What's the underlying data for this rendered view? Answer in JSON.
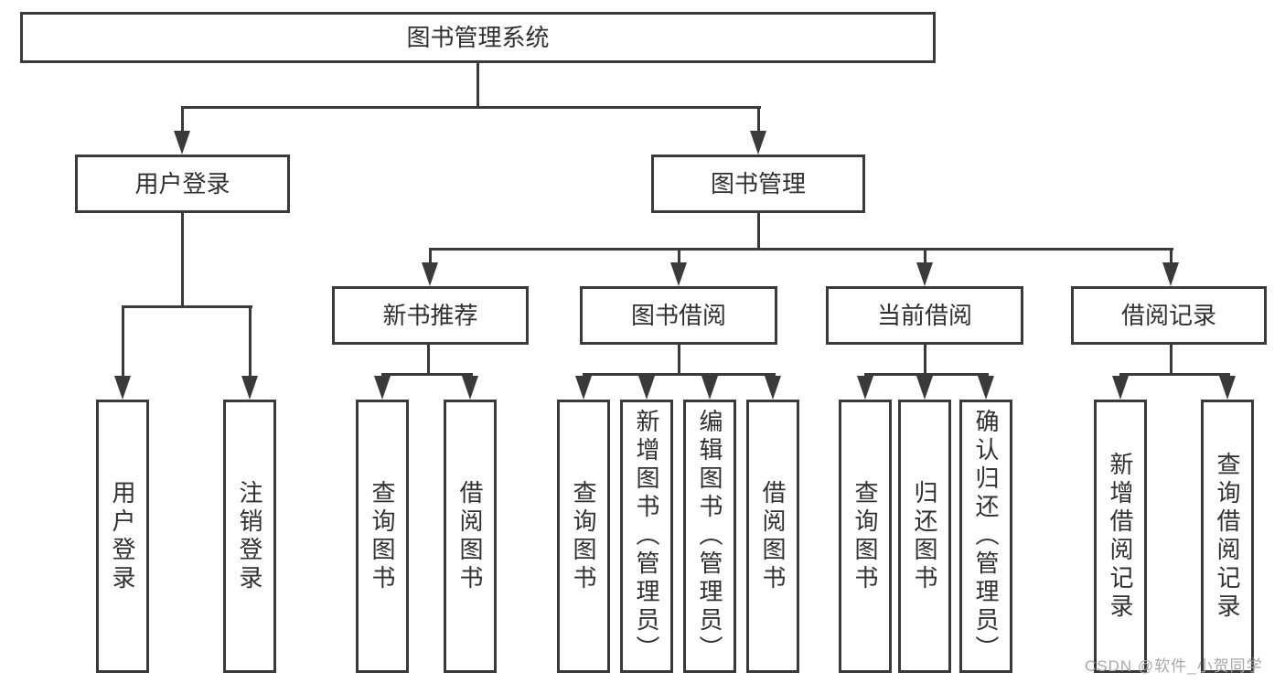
{
  "diagram_title": "图书管理系统",
  "tree": {
    "label": "图书管理系统",
    "children": [
      {
        "label": "用户登录",
        "children": [
          {
            "label": "用户登录"
          },
          {
            "label": "注销登录"
          }
        ]
      },
      {
        "label": "图书管理",
        "children": [
          {
            "label": "新书推荐",
            "children": [
              {
                "label": "查询图书"
              },
              {
                "label": "借阅图书"
              }
            ]
          },
          {
            "label": "图书借阅",
            "children": [
              {
                "label": "查询图书"
              },
              {
                "label": "新增图书（管理员）"
              },
              {
                "label": "编辑图书（管理员）"
              },
              {
                "label": "借阅图书"
              }
            ]
          },
          {
            "label": "当前借阅",
            "children": [
              {
                "label": "查询图书"
              },
              {
                "label": "归还图书"
              },
              {
                "label": "确认归还（管理员）"
              }
            ]
          },
          {
            "label": "借阅记录",
            "children": [
              {
                "label": "新增借阅记录"
              },
              {
                "label": "查询借阅记录"
              }
            ]
          }
        ]
      }
    ]
  },
  "watermark": {
    "text": "CSDN @软件_小贺同学"
  },
  "colors": {
    "line": "#3a3a3a",
    "text": "#303030",
    "watermark": "#a8a8a8",
    "background": "#ffffff"
  }
}
